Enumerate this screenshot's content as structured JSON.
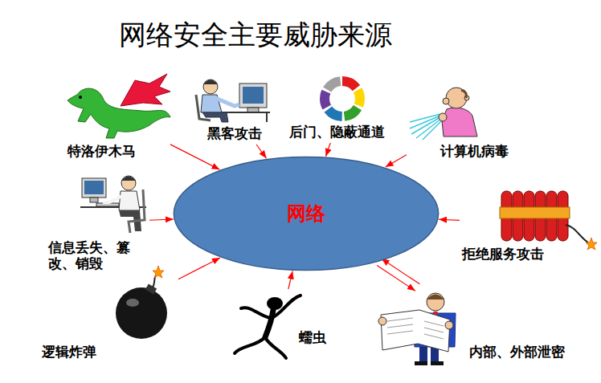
{
  "diagram": {
    "title": "网络安全主要威胁来源",
    "nodes": [
      {
        "text": [
          "特洛伊木马"
        ]
      },
      {
        "text": [
          "黑客攻击"
        ]
      },
      {
        "text": [
          "后门、隐蔽通道"
        ]
      },
      {
        "text": [
          "计算机病毒"
        ]
      },
      {
        "text": [
          "信息丢失、篡 改、销毁"
        ]
      },
      {
        "text": [
          "网络"
        ]
      },
      {
        "text": [
          "拒绝服务攻击"
        ]
      },
      {
        "text": [
          "逻辑炸弹"
        ]
      },
      {
        "text": [
          "蠕虫"
        ]
      },
      {
        "text": [
          "内部、外部泄密"
        ]
      }
    ],
    "edges": [
      {
        "from": 0,
        "to": 5,
        "arrow": "to"
      },
      {
        "from": 1,
        "to": 5,
        "arrow": "to"
      },
      {
        "from": 2,
        "to": 5,
        "arrow": "to"
      },
      {
        "from": 3,
        "to": 5,
        "arrow": "to"
      },
      {
        "from": 4,
        "to": 5,
        "arrow": "to"
      },
      {
        "from": 6,
        "to": 5,
        "arrow": "to"
      },
      {
        "from": 7,
        "to": 5,
        "arrow": "to"
      },
      {
        "from": 8,
        "to": 5,
        "arrow": "to"
      },
      {
        "from": 9,
        "to": 5,
        "arrow": "to"
      },
      {
        "from": 5,
        "to": 9,
        "arrow": "to"
      }
    ]
  }
}
